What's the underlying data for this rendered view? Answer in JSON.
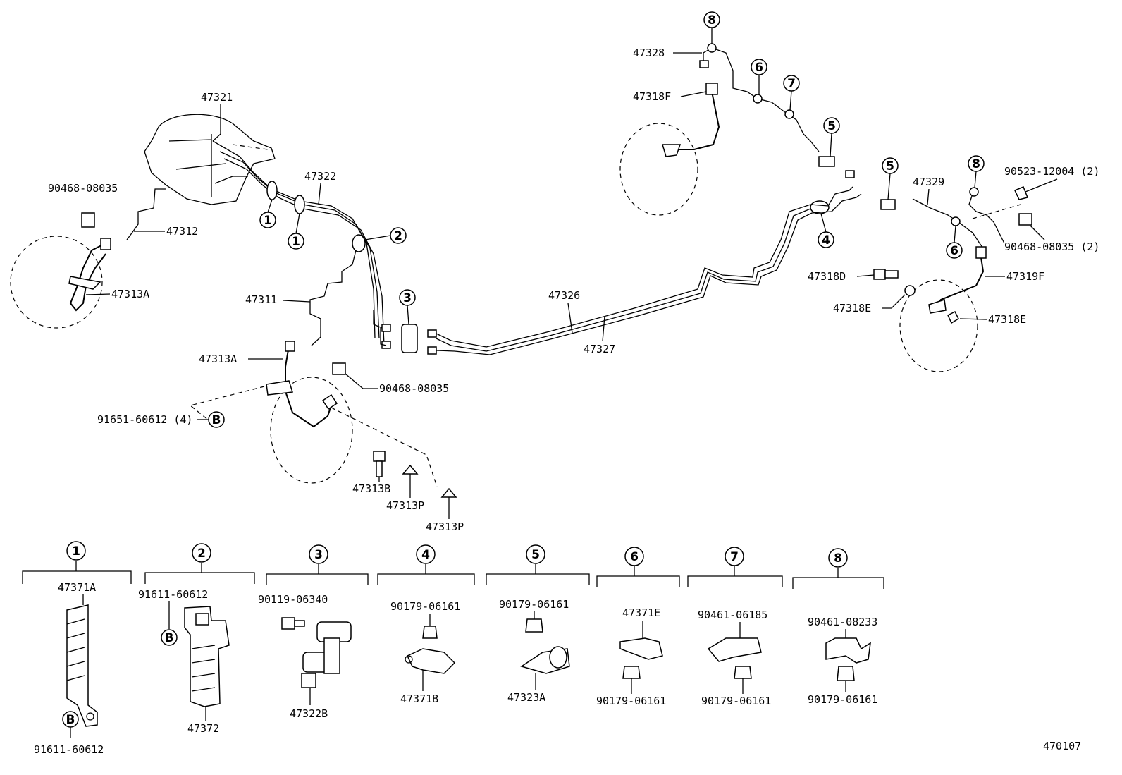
{
  "diagram_code": "470107",
  "callout_numbers": [
    "1",
    "2",
    "3",
    "4",
    "5",
    "6",
    "7",
    "8"
  ],
  "bottom_letter": "B",
  "labels": [
    {
      "id": "p47321",
      "text": "47321"
    },
    {
      "id": "p47322",
      "text": "47322"
    },
    {
      "id": "p90468a",
      "text": "90468-08035"
    },
    {
      "id": "p47312",
      "text": "47312"
    },
    {
      "id": "p47313A1",
      "text": "47313A"
    },
    {
      "id": "p47311",
      "text": "47311"
    },
    {
      "id": "p47313A2",
      "text": "47313A"
    },
    {
      "id": "p90468b",
      "text": "90468-08035"
    },
    {
      "id": "p91651",
      "text": "91651-60612 (4)"
    },
    {
      "id": "p47313B",
      "text": "47313B"
    },
    {
      "id": "p47313P1",
      "text": "47313P"
    },
    {
      "id": "p47313P2",
      "text": "47313P"
    },
    {
      "id": "p47326",
      "text": "47326"
    },
    {
      "id": "p47327",
      "text": "47327"
    },
    {
      "id": "p47328",
      "text": "47328"
    },
    {
      "id": "p47318F",
      "text": "47318F"
    },
    {
      "id": "p47329",
      "text": "47329"
    },
    {
      "id": "p90523",
      "text": "90523-12004 (2)"
    },
    {
      "id": "p90468c",
      "text": "90468-08035 (2)"
    },
    {
      "id": "p47318D",
      "text": "47318D"
    },
    {
      "id": "p47318E1",
      "text": "47318E"
    },
    {
      "id": "p47319F",
      "text": "47319F"
    },
    {
      "id": "p47318E2",
      "text": "47318E"
    },
    {
      "id": "k47371A",
      "text": "47371A"
    },
    {
      "id": "k91611a",
      "text": "91611-60612"
    },
    {
      "id": "k91611b",
      "text": "91611-60612"
    },
    {
      "id": "k47372",
      "text": "47372"
    },
    {
      "id": "k90119",
      "text": "90119-06340"
    },
    {
      "id": "k47322B",
      "text": "47322B"
    },
    {
      "id": "k90179a",
      "text": "90179-06161"
    },
    {
      "id": "k47371B",
      "text": "47371B"
    },
    {
      "id": "k90179b",
      "text": "90179-06161"
    },
    {
      "id": "k47323A",
      "text": "47323A"
    },
    {
      "id": "k47371E",
      "text": "47371E"
    },
    {
      "id": "k90179c",
      "text": "90179-06161"
    },
    {
      "id": "k90461a",
      "text": "90461-06185"
    },
    {
      "id": "k90179d",
      "text": "90179-06161"
    },
    {
      "id": "k90461b",
      "text": "90461-08233"
    },
    {
      "id": "k90179e",
      "text": "90179-06161"
    }
  ]
}
